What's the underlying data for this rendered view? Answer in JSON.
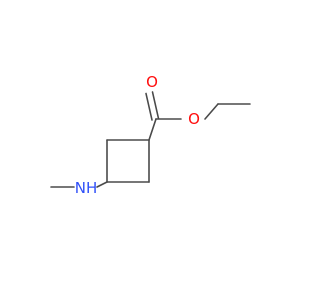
{
  "molecule": {
    "atoms": [
      {
        "id": "o_carbonyl",
        "label": "O",
        "color": "#ff0d0d"
      },
      {
        "id": "o_ester",
        "label": "O",
        "color": "#ff0d0d"
      },
      {
        "id": "n_amine",
        "label": "NH",
        "color": "#3050f8"
      }
    ],
    "bond_color": "#4a4a4a"
  }
}
